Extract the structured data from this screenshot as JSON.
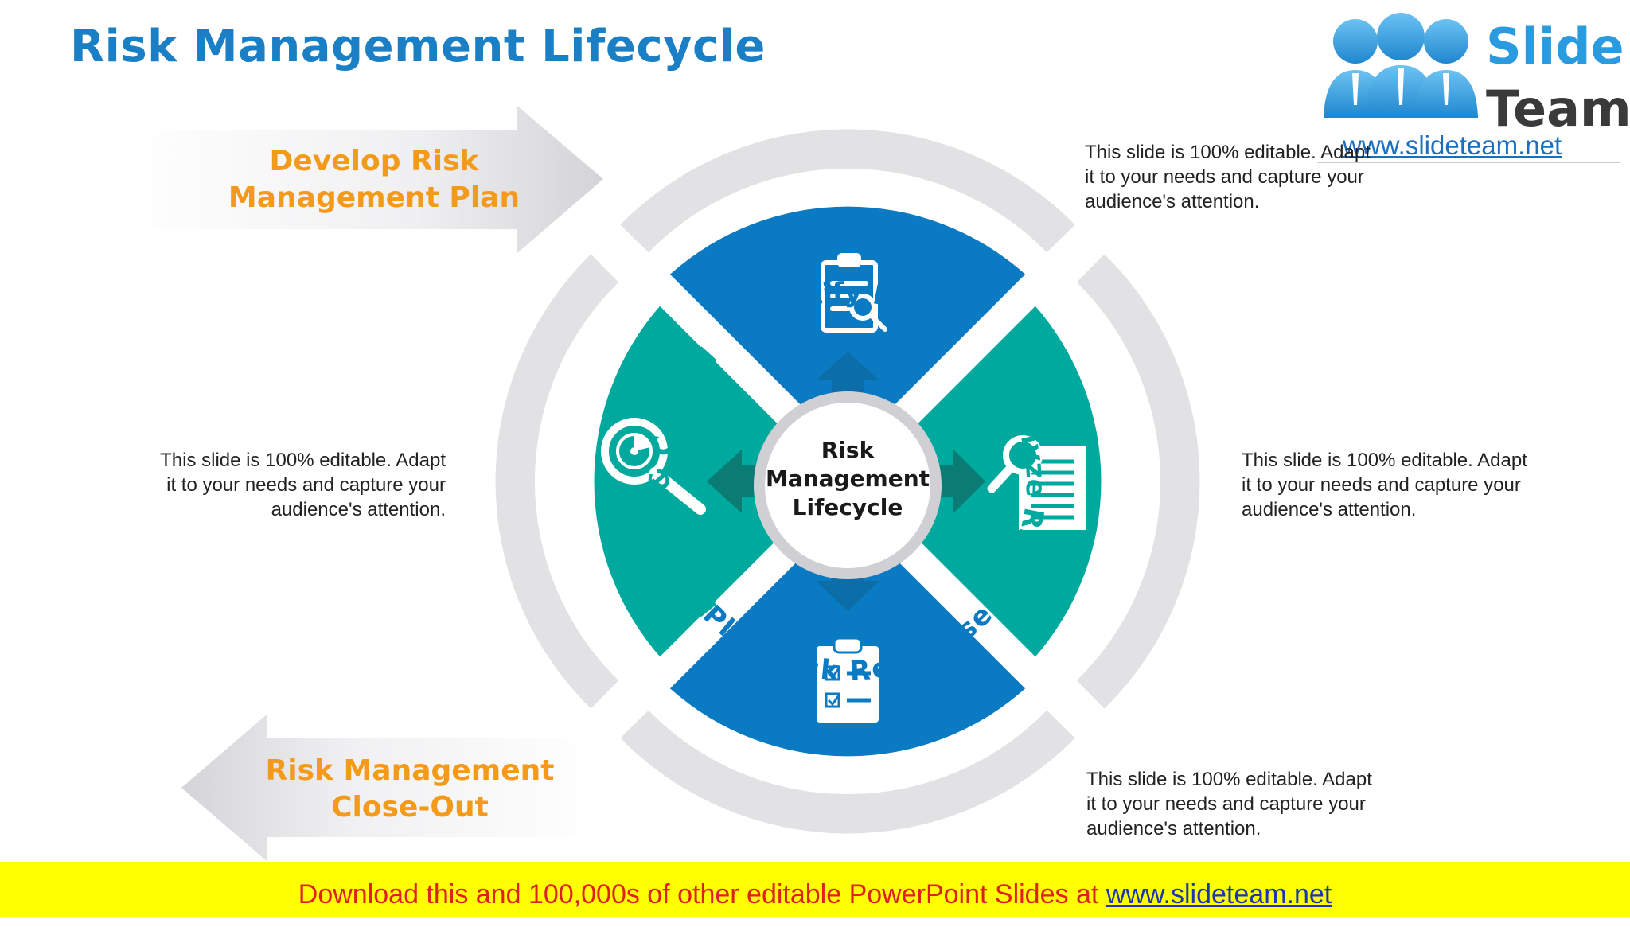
{
  "title": "Risk Management Lifecycle",
  "logo": {
    "word1": "Slide",
    "word2": "Team",
    "url": "www.slideteam.net"
  },
  "center": {
    "line1": "Risk",
    "line2": "Management",
    "line3": "Lifecycle"
  },
  "stages": [
    {
      "label": "Identify Risks",
      "icon": "clipboard-search-icon"
    },
    {
      "label": "Analyze Risks",
      "icon": "document-magnifier-icon"
    },
    {
      "label": "Plan Risk Response",
      "icon": "checklist-clipboard-icon"
    },
    {
      "label": "Monitor & Control",
      "icon": "radar-magnifier-icon"
    }
  ],
  "arrows": {
    "develop": {
      "line1": "Develop Risk",
      "line2": "Management Plan"
    },
    "closeout": {
      "line1": "Risk Management",
      "line2": "Close-Out"
    }
  },
  "descriptions": {
    "top_right": "This slide is 100% editable. Adapt\nit to your needs and capture your\naudience's attention.",
    "left": "This slide is 100% editable. Adapt\nit to your needs and capture your\naudience's attention.",
    "right": "This slide is 100% editable. Adapt\nit to your needs and capture your\naudience's attention.",
    "bottom_right": "This slide is 100% editable. Adapt\nit to your needs and capture your\naudience's attention."
  },
  "footer": {
    "text": "Download this and 100,000s of other editable PowerPoint Slides at ",
    "link": "www.slideteam.net"
  },
  "colors": {
    "blue": "#0a7ac2",
    "teal": "#00a99d",
    "orange": "#f49a1b",
    "title_blue": "#1a7fc4",
    "ring_gray": "#e2e2e4"
  }
}
